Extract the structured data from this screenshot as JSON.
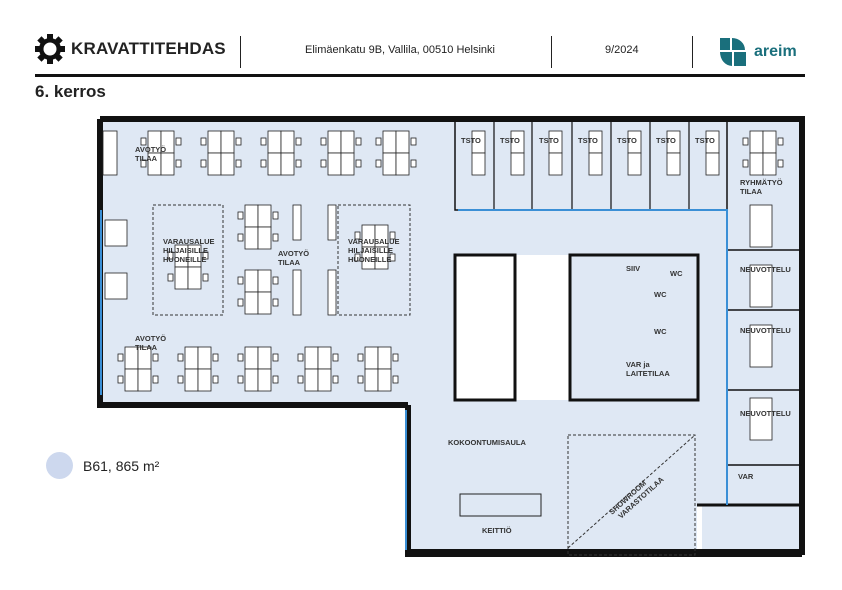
{
  "header": {
    "brand": "KRAVATTITEHDAS",
    "address": "Elimäenkatu 9B, Vallila, 00510 Helsinki",
    "date": "9/2024",
    "partner": "areim"
  },
  "floor_title": "6. kerros",
  "rooms": {
    "open1": [
      "AVOTYÖ",
      "TILAA"
    ],
    "open2": [
      "AVOTYÖ",
      "TILAA"
    ],
    "open3": [
      "AVOTYÖ",
      "TILAA"
    ],
    "reserve1": [
      "VARAUSALUE",
      "HILJAISILLE",
      "HUONEILLE"
    ],
    "reserve2": [
      "VARAUSALUE",
      "HILJAISILLE",
      "HUONEILLE"
    ],
    "office": "TSTO",
    "group": [
      "RYHMÄTYÖ",
      "TILAA"
    ],
    "meeting": "NEUVOTTELU",
    "siiv": "SIIV",
    "wc": "WC",
    "storage_tech": [
      "VAR ja",
      "LAITETILAA"
    ],
    "lobby": "KOKOONTUMISAULA",
    "kitchen": "KEITTIÖ",
    "showroom": [
      "SHOWROOM",
      "VARASTOTILAA"
    ],
    "var": "VAR"
  },
  "legend": {
    "label": "B61, 865 m²",
    "color": "#cdd8ee"
  },
  "colors": {
    "floor": "#dfe8f4",
    "wall": "#111111",
    "glass": "#3a8fd6"
  }
}
